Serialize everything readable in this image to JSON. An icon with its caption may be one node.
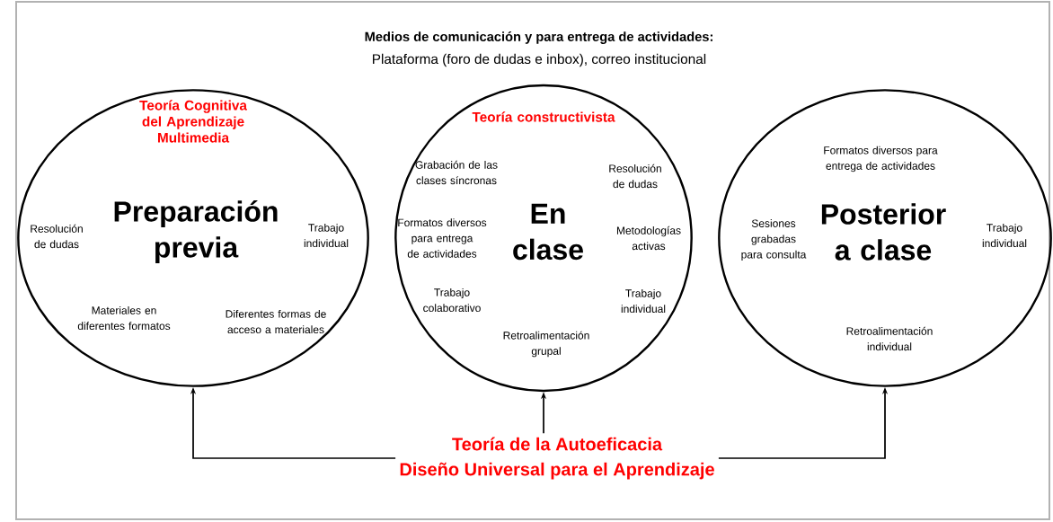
{
  "diagram": {
    "title": "Medios de comunicación y para entrega de actividades:",
    "nodes": [
      {
        "text": [
          "Teoría Cognitiva del Aprendizaje Multimedia",
          "Resolución de dudas",
          "Preparación previa",
          "Trabajo individual",
          "Materiales en diferentes formatos",
          "Diferentes formas de acceso a materiales"
        ]
      },
      {
        "text": [
          "Teoría constructivista",
          "Grabación de las clases síncronas",
          "Resolución de dudas",
          "Formatos diversos para entrega de actividades",
          "En clase",
          "Metodologías activas",
          "Trabajo colaborativo",
          "Trabajo individual",
          "Retroalimentación grupal"
        ]
      },
      {
        "text": [
          "Formatos diversos para entrega de actividades",
          "Sesiones grabadas para consulta",
          "Posterior a clase",
          "Trabajo individual",
          "Retroalimentación individual"
        ]
      },
      {
        "text": [
          "Teoría de la Autoeficacia",
          "Diseño Universal para el Aprendizaje"
        ]
      }
    ],
    "edges": [
      {
        "from": 3,
        "to": 0,
        "arrow": "to"
      },
      {
        "from": 3,
        "to": 1,
        "arrow": "to"
      },
      {
        "from": 3,
        "to": 2,
        "arrow": "to"
      }
    ],
    "labels": [
      "Plataforma (foro de dudas e inbox), correo institucional"
    ]
  }
}
